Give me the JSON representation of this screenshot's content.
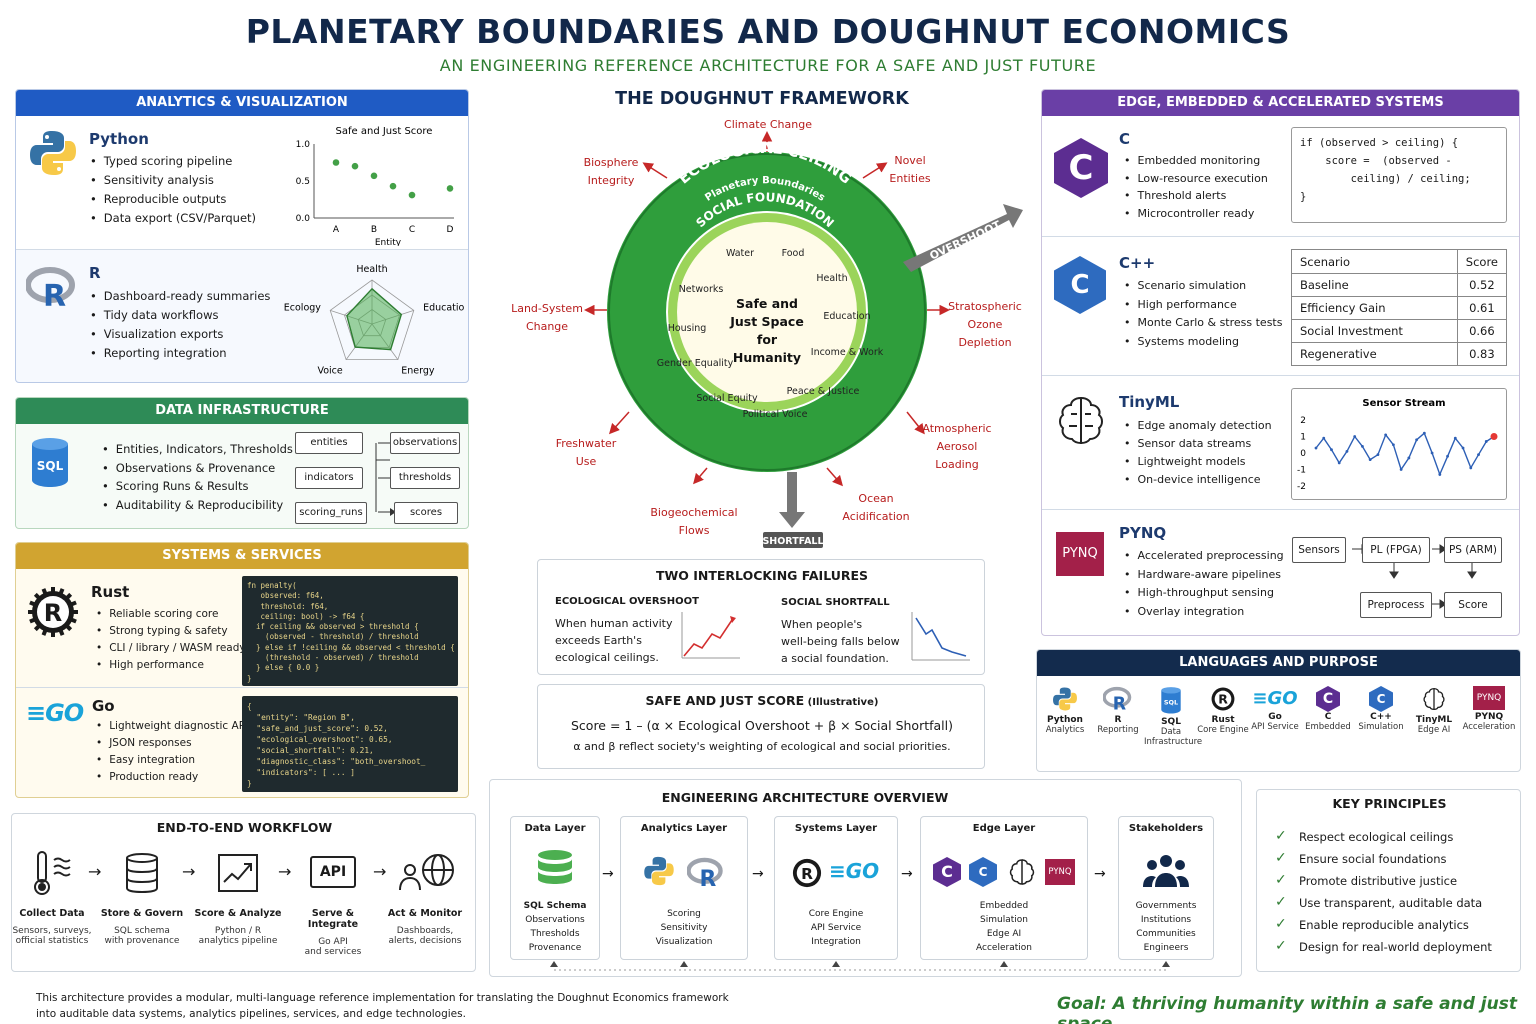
{
  "header": {
    "title": "PLANETARY BOUNDARIES AND DOUGHNUT ECONOMICS",
    "subtitle": "AN ENGINEERING REFERENCE ARCHITECTURE FOR A SAFE AND JUST FUTURE"
  },
  "analytics": {
    "title": "ANALYTICS & VISUALIZATION",
    "python": {
      "name": "Python",
      "items": [
        "Typed scoring pipeline",
        "Sensitivity analysis",
        "Reproducible outputs",
        "Data export (CSV/Parquet)"
      ]
    },
    "r": {
      "name": "R",
      "items": [
        "Dashboard-ready summaries",
        "Tidy data workflows",
        "Visualization exports",
        "Reporting integration"
      ]
    }
  },
  "data_infra": {
    "title": "DATA INFRASTRUCTURE",
    "items": [
      "Entities, Indicators, Thresholds",
      "Observations & Provenance",
      "Scoring Runs & Results",
      "Auditability & Reproducibility"
    ],
    "tables": [
      "entities",
      "observations",
      "indicators",
      "thresholds",
      "scoring_runs",
      "scores"
    ],
    "icon_text": "SQL"
  },
  "systems": {
    "title": "SYSTEMS & SERVICES",
    "rust": {
      "name": "Rust",
      "items": [
        "Reliable scoring core",
        "Strong typing & safety",
        "CLI / library / WASM ready",
        "High performance"
      ],
      "code": "fn penalty(\n   observed: f64,\n   threshold: f64,\n   ceiling: bool) -> f64 {\n  if ceiling && observed > threshold {\n    (observed - threshold) / threshold\n  } else if !ceiling && observed < threshold {\n    (threshold - observed) / threshold\n  } else { 0.0 }\n}"
    },
    "go": {
      "name": "Go",
      "items": [
        "Lightweight diagnostic API",
        "JSON responses",
        "Easy integration",
        "Production ready"
      ],
      "code": "{\n  \"entity\": \"Region B\",\n  \"safe_and_just_score\": 0.52,\n  \"ecological_overshoot\": 0.65,\n  \"social_shortfall\": 0.21,\n  \"diagnostic_class\": \"both_overshoot_\n  \"indicators\": [ ... ]\n}"
    }
  },
  "workflow": {
    "title": "END-TO-END WORKFLOW",
    "steps": [
      {
        "title": "Collect Data",
        "sub1": "Sensors, surveys,",
        "sub2": "official statistics"
      },
      {
        "title": "Store & Govern",
        "sub1": "SQL schema",
        "sub2": "with provenance"
      },
      {
        "title": "Score & Analyze",
        "sub1": "Python / R",
        "sub2": "analytics pipeline"
      },
      {
        "title": "Serve & Integrate",
        "sub1": "Go API",
        "sub2": "and services"
      },
      {
        "title": "Act & Monitor",
        "sub1": "Dashboards,",
        "sub2": "alerts, decisions"
      }
    ],
    "api_text": "API"
  },
  "doughnut": {
    "title": "THE DOUGHNUT FRAMEWORK",
    "ring_outer": "ECOLOGICAL CEILING",
    "ring_outer_sub": "Planetary Boundaries",
    "ring_inner": "SOCIAL FOUNDATION",
    "center": [
      "Safe and",
      "Just Space",
      "for",
      "Humanity"
    ],
    "overshoot": "OVERSHOOT",
    "shortfall": "SHORTFALL",
    "boundaries": [
      "Climate Change",
      "Novel Entities",
      "Stratospheric Ozone Depletion",
      "Atmospheric Aerosol Loading",
      "Ocean Acidification",
      "Biogeochemical Flows",
      "Freshwater Use",
      "Land-System Change",
      "Biosphere Integrity"
    ],
    "social": [
      "Water",
      "Food",
      "Health",
      "Education",
      "Income & Work",
      "Peace & Justice",
      "Political Voice",
      "Social Equity",
      "Gender Equality",
      "Housing",
      "Networks"
    ]
  },
  "failures": {
    "title": "TWO INTERLOCKING FAILURES",
    "eco_title": "ECOLOGICAL OVERSHOOT",
    "eco_text": [
      "When human activity",
      "exceeds Earth's",
      "ecological ceilings."
    ],
    "soc_title": "SOCIAL SHORTFALL",
    "soc_text": [
      "When people's",
      "well-being falls below",
      "a social foundation."
    ]
  },
  "score": {
    "title": "SAFE AND JUST SCORE",
    "title_note": "(Illustrative)",
    "formula": "Score = 1 – (α × Ecological Overshoot + β × Social Shortfall)",
    "note": "α and β reflect society's weighting of ecological and social priorities."
  },
  "architecture": {
    "title": "ENGINEERING ARCHITECTURE OVERVIEW",
    "layers": [
      {
        "title": "Data Layer",
        "lines": [
          "SQL Schema",
          "Observations",
          "Thresholds",
          "Provenance"
        ]
      },
      {
        "title": "Analytics Layer",
        "lines": [
          "Scoring",
          "Sensitivity",
          "Visualization"
        ]
      },
      {
        "title": "Systems Layer",
        "lines": [
          "Core Engine",
          "API Service",
          "Integration"
        ]
      },
      {
        "title": "Edge Layer",
        "lines": [
          "Embedded",
          "Simulation",
          "Edge AI",
          "Acceleration"
        ]
      },
      {
        "title": "Stakeholders",
        "lines": [
          "Governments",
          "Institutions",
          "Communities",
          "Engineers"
        ]
      }
    ]
  },
  "edge": {
    "title": "EDGE, EMBEDDED & ACCELERATED SYSTEMS",
    "c": {
      "name": "C",
      "items": [
        "Embedded monitoring",
        "Low-resource execution",
        "Threshold alerts",
        "Microcontroller ready"
      ],
      "code": "if (observed > ceiling) {\n    score =  (observed -\n        ceiling) / ceiling;\n}"
    },
    "cpp": {
      "name": "C++",
      "items": [
        "Scenario simulation",
        "High performance",
        "Monte Carlo & stress tests",
        "Systems modeling"
      ],
      "table_header": [
        "Scenario",
        "Score"
      ],
      "table_rows": [
        [
          "Baseline",
          "0.52"
        ],
        [
          "Efficiency Gain",
          "0.61"
        ],
        [
          "Social Investment",
          "0.66"
        ],
        [
          "Regenerative",
          "0.83"
        ]
      ]
    },
    "tinyml": {
      "name": "TinyML",
      "items": [
        "Edge anomaly detection",
        "Sensor data streams",
        "Lightweight models",
        "On-device intelligence"
      ]
    },
    "pynq": {
      "name": "PYNQ",
      "logo": "PYNQ",
      "items": [
        "Accelerated preprocessing",
        "Hardware-aware pipelines",
        "High-throughput sensing",
        "Overlay integration"
      ],
      "boxes": [
        "Sensors",
        "PL (FPGA)",
        "PS (ARM)",
        "Preprocess",
        "Score"
      ]
    }
  },
  "languages": {
    "title": "LANGUAGES AND PURPOSE",
    "items": [
      {
        "name": "Python",
        "purpose": "Analytics"
      },
      {
        "name": "R",
        "purpose": "Reporting"
      },
      {
        "name": "SQL",
        "purpose": "Data Infrastructure"
      },
      {
        "name": "Rust",
        "purpose": "Core Engine"
      },
      {
        "name": "Go",
        "purpose": "API Service"
      },
      {
        "name": "C",
        "purpose": "Embedded"
      },
      {
        "name": "C++",
        "purpose": "Simulation"
      },
      {
        "name": "TinyML",
        "purpose": "Edge AI"
      },
      {
        "name": "PYNQ",
        "purpose": "Acceleration"
      }
    ]
  },
  "principles": {
    "title": "KEY PRINCIPLES",
    "items": [
      "Respect ecological ceilings",
      "Ensure social foundations",
      "Promote distributive justice",
      "Use transparent, auditable data",
      "Enable reproducible analytics",
      "Design for real-world deployment"
    ]
  },
  "footer": {
    "note1": "This architecture provides a modular, multi-language reference implementation for translating the Doughnut Economics framework",
    "note2": "into auditable data systems, analytics pipelines, services, and edge technologies.",
    "goal": "Goal: A thriving humanity within a safe and just space."
  },
  "chart_data": [
    {
      "type": "scatter",
      "title": "Safe and Just Score",
      "xlabel": "Entity",
      "ylabel": "",
      "categories": [
        "A",
        "B",
        "C",
        "D"
      ],
      "ylim": [
        0.0,
        1.0
      ],
      "yticks": [
        "0.0",
        "0.5",
        "1.0"
      ],
      "x": [
        0.0,
        0.5,
        1.0,
        1.5,
        2.0,
        3.0
      ],
      "y": [
        0.75,
        0.7,
        0.57,
        0.43,
        0.31,
        0.4
      ]
    },
    {
      "type": "radar",
      "title": "",
      "axes": [
        "Health",
        "Education",
        "Energy",
        "Voice",
        "Ecology"
      ],
      "values": [
        0.8,
        0.7,
        0.72,
        0.65,
        0.6
      ]
    },
    {
      "type": "line",
      "title": "Sensor Stream",
      "ylim": [
        -2,
        2
      ],
      "yticks": [
        "2",
        "1",
        "0",
        "-1",
        "-2"
      ],
      "y": [
        0.3,
        0.9,
        0.2,
        -0.6,
        0.1,
        1.0,
        0.4,
        -0.4,
        -0.1,
        1.1,
        0.5,
        -1.0,
        -0.3,
        0.8,
        1.2,
        0.0,
        -1.3,
        -0.2,
        0.9,
        0.3,
        -0.9,
        -0.1,
        0.7,
        1.0
      ]
    }
  ]
}
